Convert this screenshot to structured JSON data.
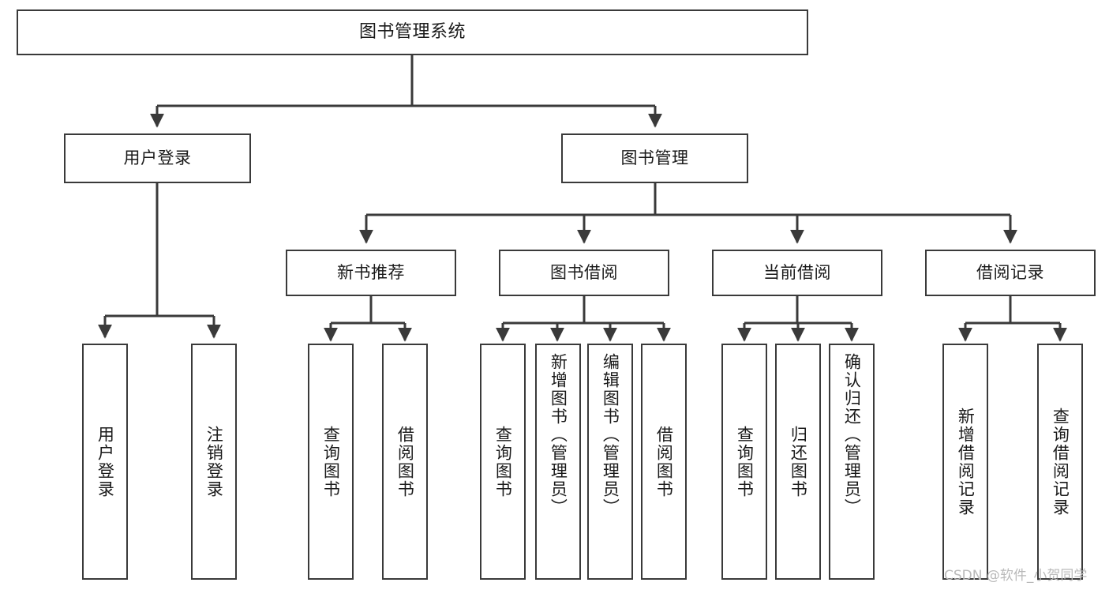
{
  "diagram": {
    "title": "图书管理系统",
    "type": "tree-hierarchy",
    "root": {
      "id": "root",
      "label": "图书管理系统"
    },
    "level2": [
      {
        "id": "user-login",
        "label": "用户登录"
      },
      {
        "id": "book-manage",
        "label": "图书管理"
      }
    ],
    "level3": [
      {
        "id": "new-book-rec",
        "label": "新书推荐"
      },
      {
        "id": "book-borrow",
        "label": "图书借阅"
      },
      {
        "id": "current-borrow",
        "label": "当前借阅"
      },
      {
        "id": "borrow-record",
        "label": "借阅记录"
      }
    ],
    "leaves": {
      "user_login": [
        {
          "id": "leaf-user-login",
          "label": "用户登录"
        },
        {
          "id": "leaf-user-logout",
          "label": "注销登录"
        }
      ],
      "new_book_rec": [
        {
          "id": "leaf-query-book-1",
          "label": "查询图书"
        },
        {
          "id": "leaf-borrow-book-1",
          "label": "借阅图书"
        }
      ],
      "book_borrow": [
        {
          "id": "leaf-query-book-2",
          "label": "查询图书"
        },
        {
          "id": "leaf-add-book",
          "label": "新增图书（管理员）"
        },
        {
          "id": "leaf-edit-book",
          "label": "编辑图书（管理员）"
        },
        {
          "id": "leaf-borrow-book-2",
          "label": "借阅图书"
        }
      ],
      "current_borrow": [
        {
          "id": "leaf-query-book-3",
          "label": "查询图书"
        },
        {
          "id": "leaf-return-book",
          "label": "归还图书"
        },
        {
          "id": "leaf-confirm-return",
          "label": "确认归还（管理员）"
        }
      ],
      "borrow_record": [
        {
          "id": "leaf-add-record",
          "label": "新增借阅记录"
        },
        {
          "id": "leaf-query-record",
          "label": "查询借阅记录"
        }
      ]
    }
  },
  "watermark": {
    "text": "CSDN @软件_小贺同学"
  },
  "colors": {
    "stroke": "#3a3a3a",
    "fill": "#ffffff",
    "text": "#1a1a1a",
    "watermark": "#b9b9b9"
  }
}
